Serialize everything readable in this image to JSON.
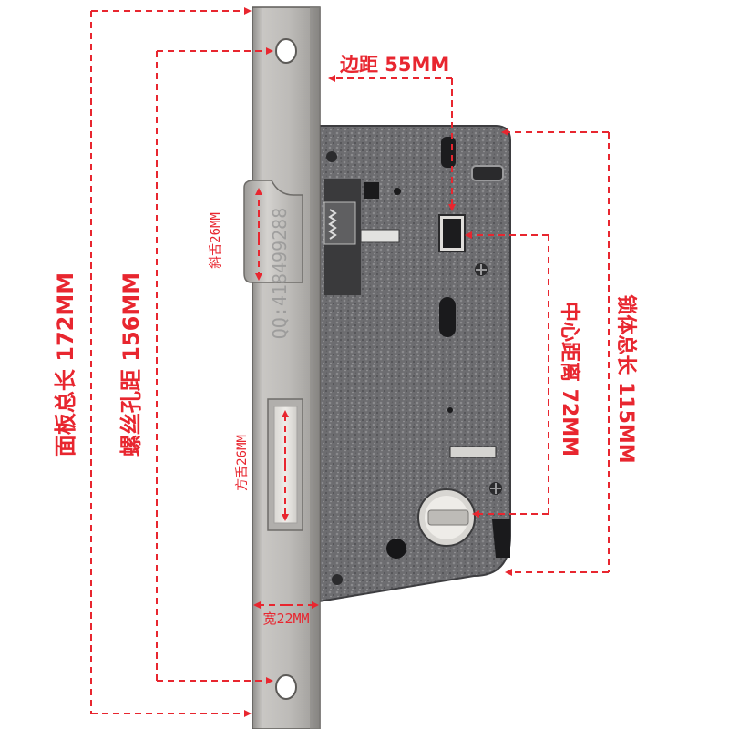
{
  "labels": {
    "backset": "边距 55MM",
    "faceplate_length": "面板总长 172MM",
    "screw_hole_distance": "螺丝孔距 156MM",
    "latch_bolt": "斜舌26MM",
    "dead_bolt": "方舌26MM",
    "width": "宽22MM",
    "center_distance": "中心距离 72MM",
    "body_length": "锁体总长 115MM"
  },
  "watermark": "QQ:418499288",
  "colors": {
    "dimension": "#e8262f",
    "faceplate": "#b9b7b4",
    "body": "#6e6e70"
  }
}
